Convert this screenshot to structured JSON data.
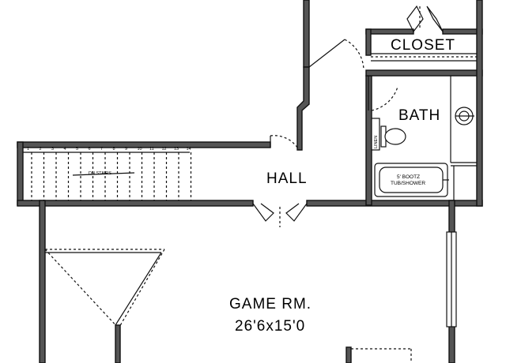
{
  "rooms": {
    "closet": "CLOSET",
    "bath": "BATH",
    "hall": "HALL",
    "game_room_name": "GAME RM.",
    "game_room_size": "26'6x15'0"
  },
  "fixtures": {
    "linen": "LINEN",
    "tub_line1": "5' BOOTZ",
    "tub_line2": "TUB/SHOWER",
    "stairs_label": "DN STAIRS"
  },
  "stair_numbers": [
    "1",
    "2",
    "3",
    "4",
    "5",
    "6",
    "7",
    "8",
    "9",
    "10",
    "11",
    "12",
    "13",
    "14"
  ],
  "colors": {
    "wall_fill": "#555555",
    "line": "#111111",
    "background": "#ffffff"
  }
}
